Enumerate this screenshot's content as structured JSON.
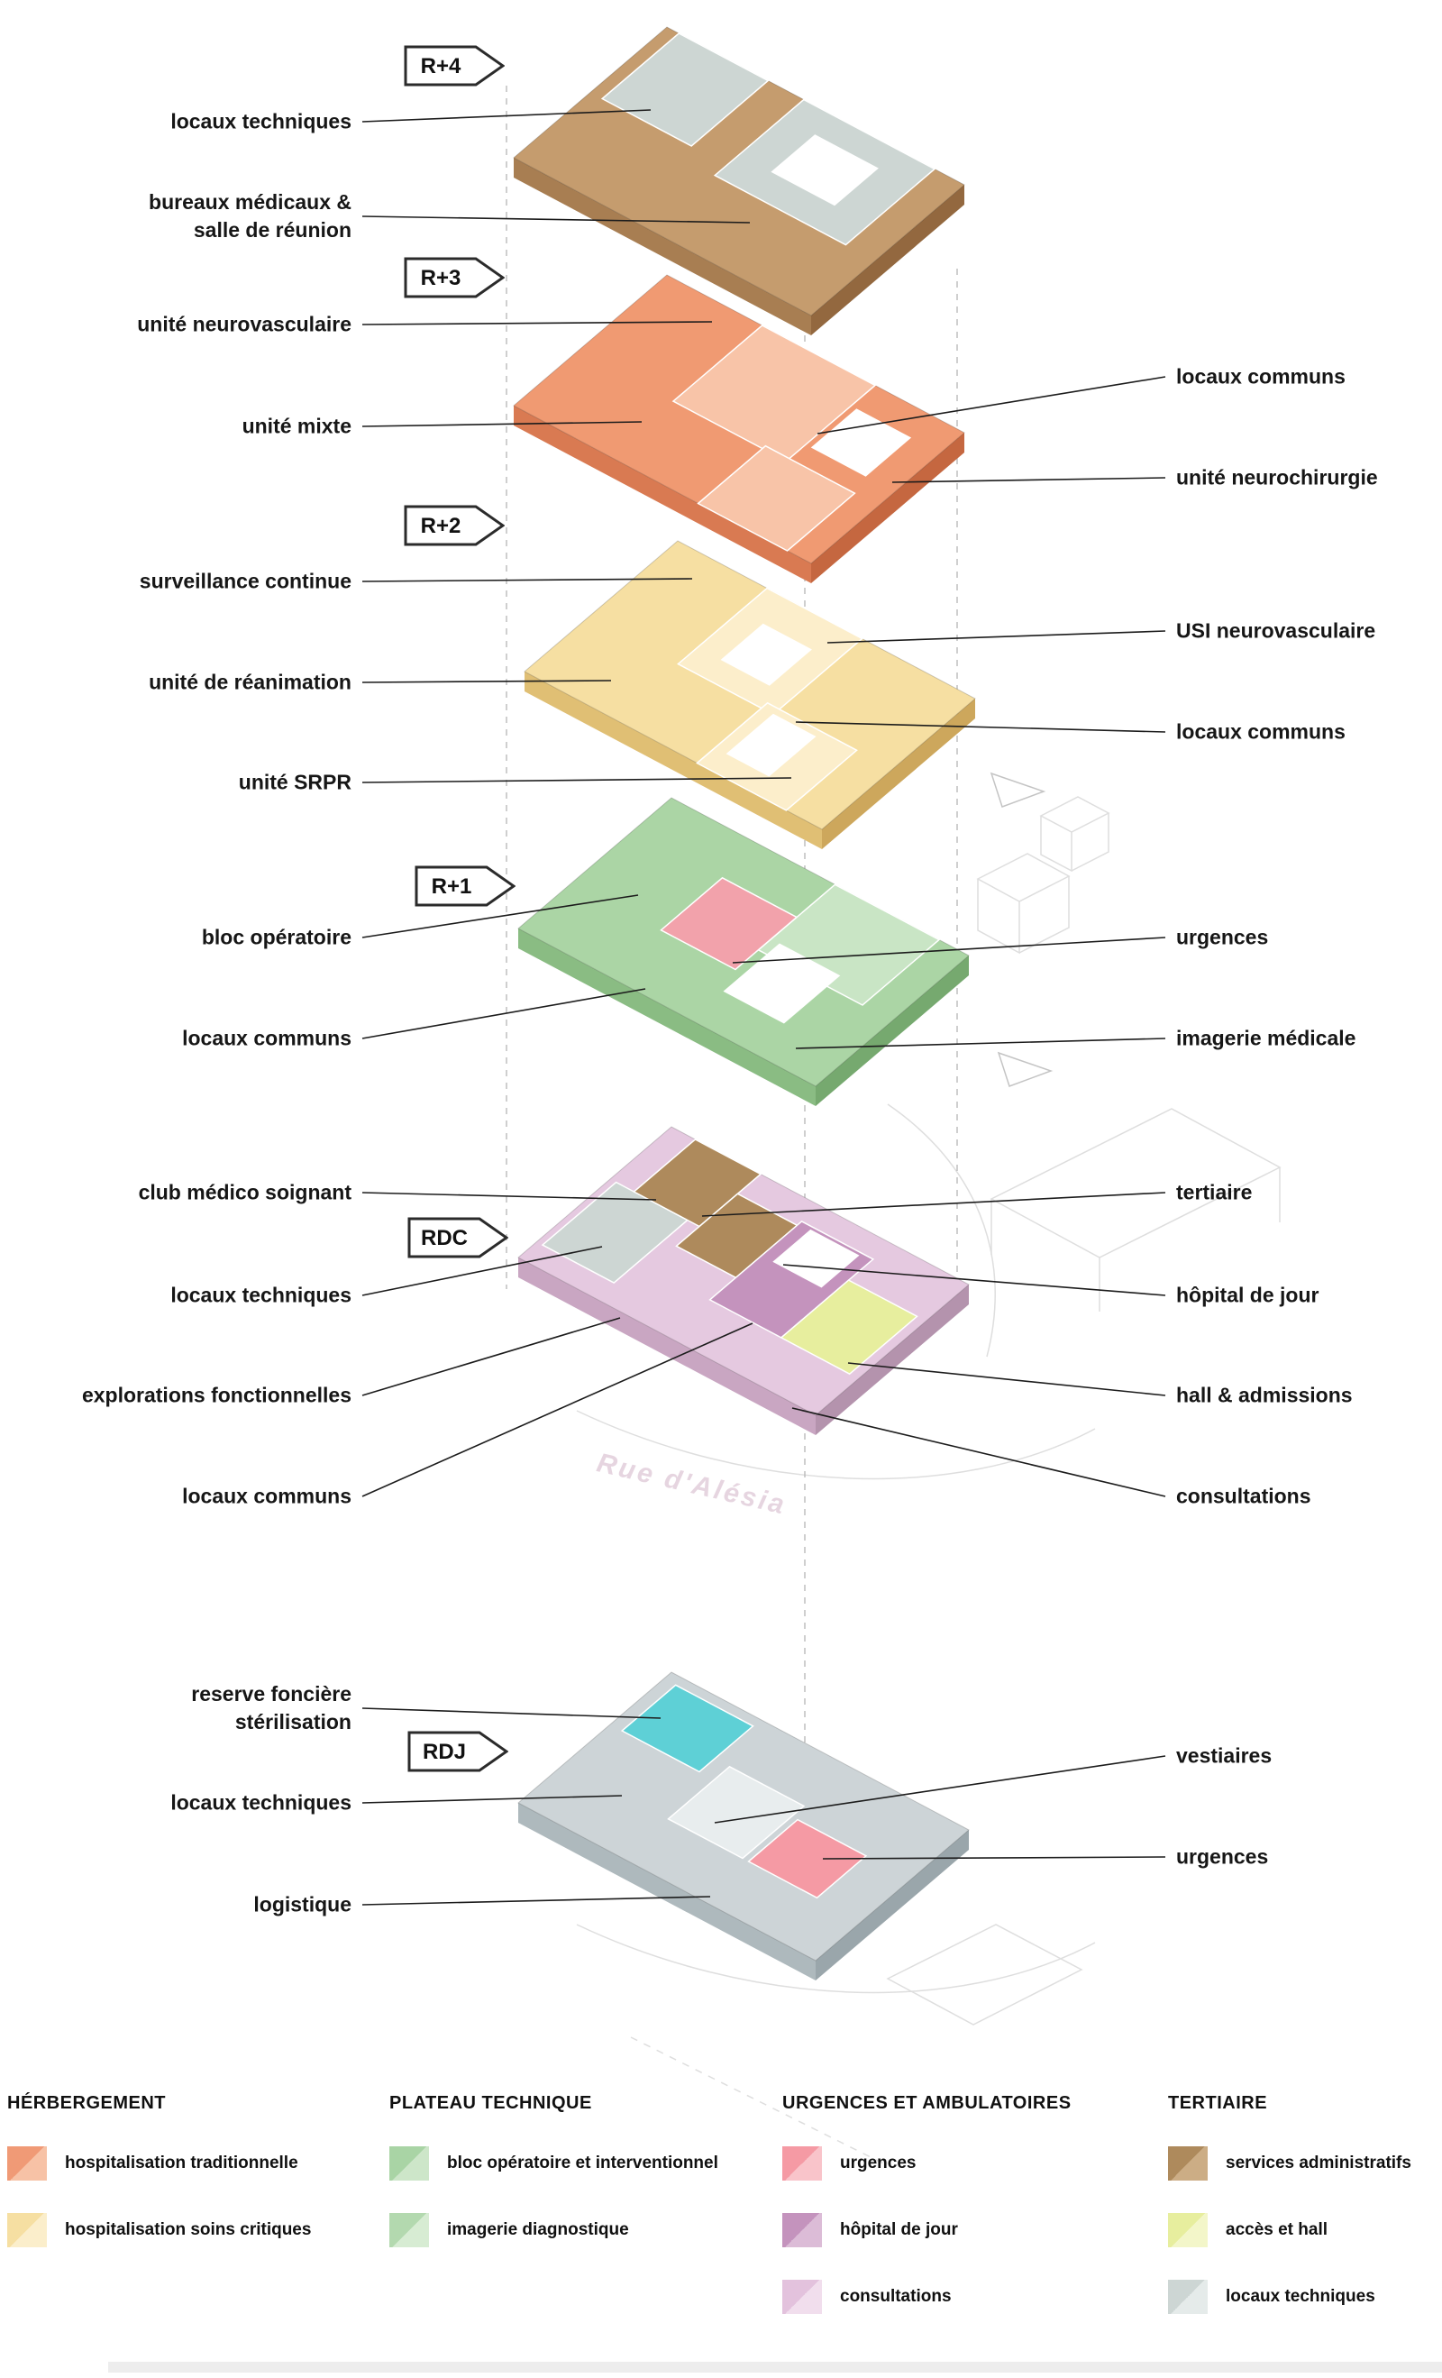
{
  "diagram": {
    "floor_tags": [
      "R+4",
      "R+3",
      "R+2",
      "R+1",
      "RDC",
      "RDJ"
    ],
    "left_labels": [
      "locaux techniques",
      "bureaux  médicaux &\nsalle de réunion",
      "unité neurovasculaire",
      "unité mixte",
      "surveillance continue",
      "unité de réanimation",
      "unité SRPR",
      "bloc opératoire",
      "locaux communs",
      "club médico soignant",
      "locaux techniques",
      "explorations fonctionnelles",
      "locaux communs",
      "reserve foncière\nstérilisation",
      "locaux techniques",
      "logistique"
    ],
    "right_labels": [
      "locaux communs",
      "unité neurochirurgie",
      "USI neurovasculaire",
      "locaux communs",
      "urgences",
      "imagerie médicale",
      "tertiaire",
      "hôpital de jour",
      "hall & admissions",
      "consultations",
      "vestiaires",
      "urgences"
    ],
    "street_label": "Rue d'Alésia"
  },
  "legend": {
    "sections": [
      {
        "title": "HÉRBERGEMENT",
        "items": [
          {
            "label": "hospitalisation traditionnelle",
            "color": "#f09a76",
            "color2": "#f7c2a6"
          },
          {
            "label": "hospitalisation soins critiques",
            "color": "#f6dfa2",
            "color2": "#fbeecb"
          }
        ]
      },
      {
        "title": "PLATEAU TECHNIQUE",
        "items": [
          {
            "label": "bloc opératoire et interventionnel",
            "color": "#a9d4a5",
            "color2": "#cde6c9"
          },
          {
            "label": "imagerie diagnostique",
            "color": "#b3d9af",
            "color2": "#d7ecd3"
          }
        ]
      },
      {
        "title": "URGENCES ET AMBULATOIRES",
        "items": [
          {
            "label": "urgences",
            "color": "#f59aa4",
            "color2": "#f9c4ca"
          },
          {
            "label": "hôpital de jour",
            "color": "#c493bd",
            "color2": "#dcbcd7"
          },
          {
            "label": "consultations",
            "color": "#e3c2dd",
            "color2": "#f1deed"
          }
        ]
      },
      {
        "title": "TERTIAIRE",
        "items": [
          {
            "label": "services administratifs",
            "color": "#ae8a5c",
            "color2": "#ccad85"
          },
          {
            "label": "accès et hall",
            "color": "#e7ee9e",
            "color2": "#f3f6c9"
          },
          {
            "label": "locaux techniques",
            "color": "#cdd6d4",
            "color2": "#e5ebea"
          }
        ]
      }
    ]
  }
}
